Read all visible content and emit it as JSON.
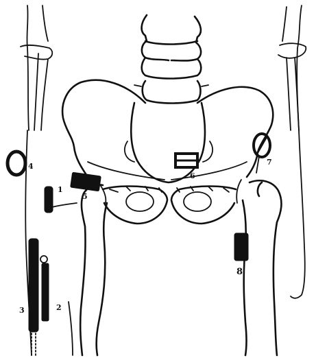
{
  "labels": {
    "l1": "1",
    "l2": "2",
    "l3": "3",
    "l4": "4",
    "l5": "5",
    "l6": "6",
    "l7": "7",
    "l8": "8"
  },
  "colors": {
    "ink": "#111111",
    "background": "#ffffff"
  }
}
